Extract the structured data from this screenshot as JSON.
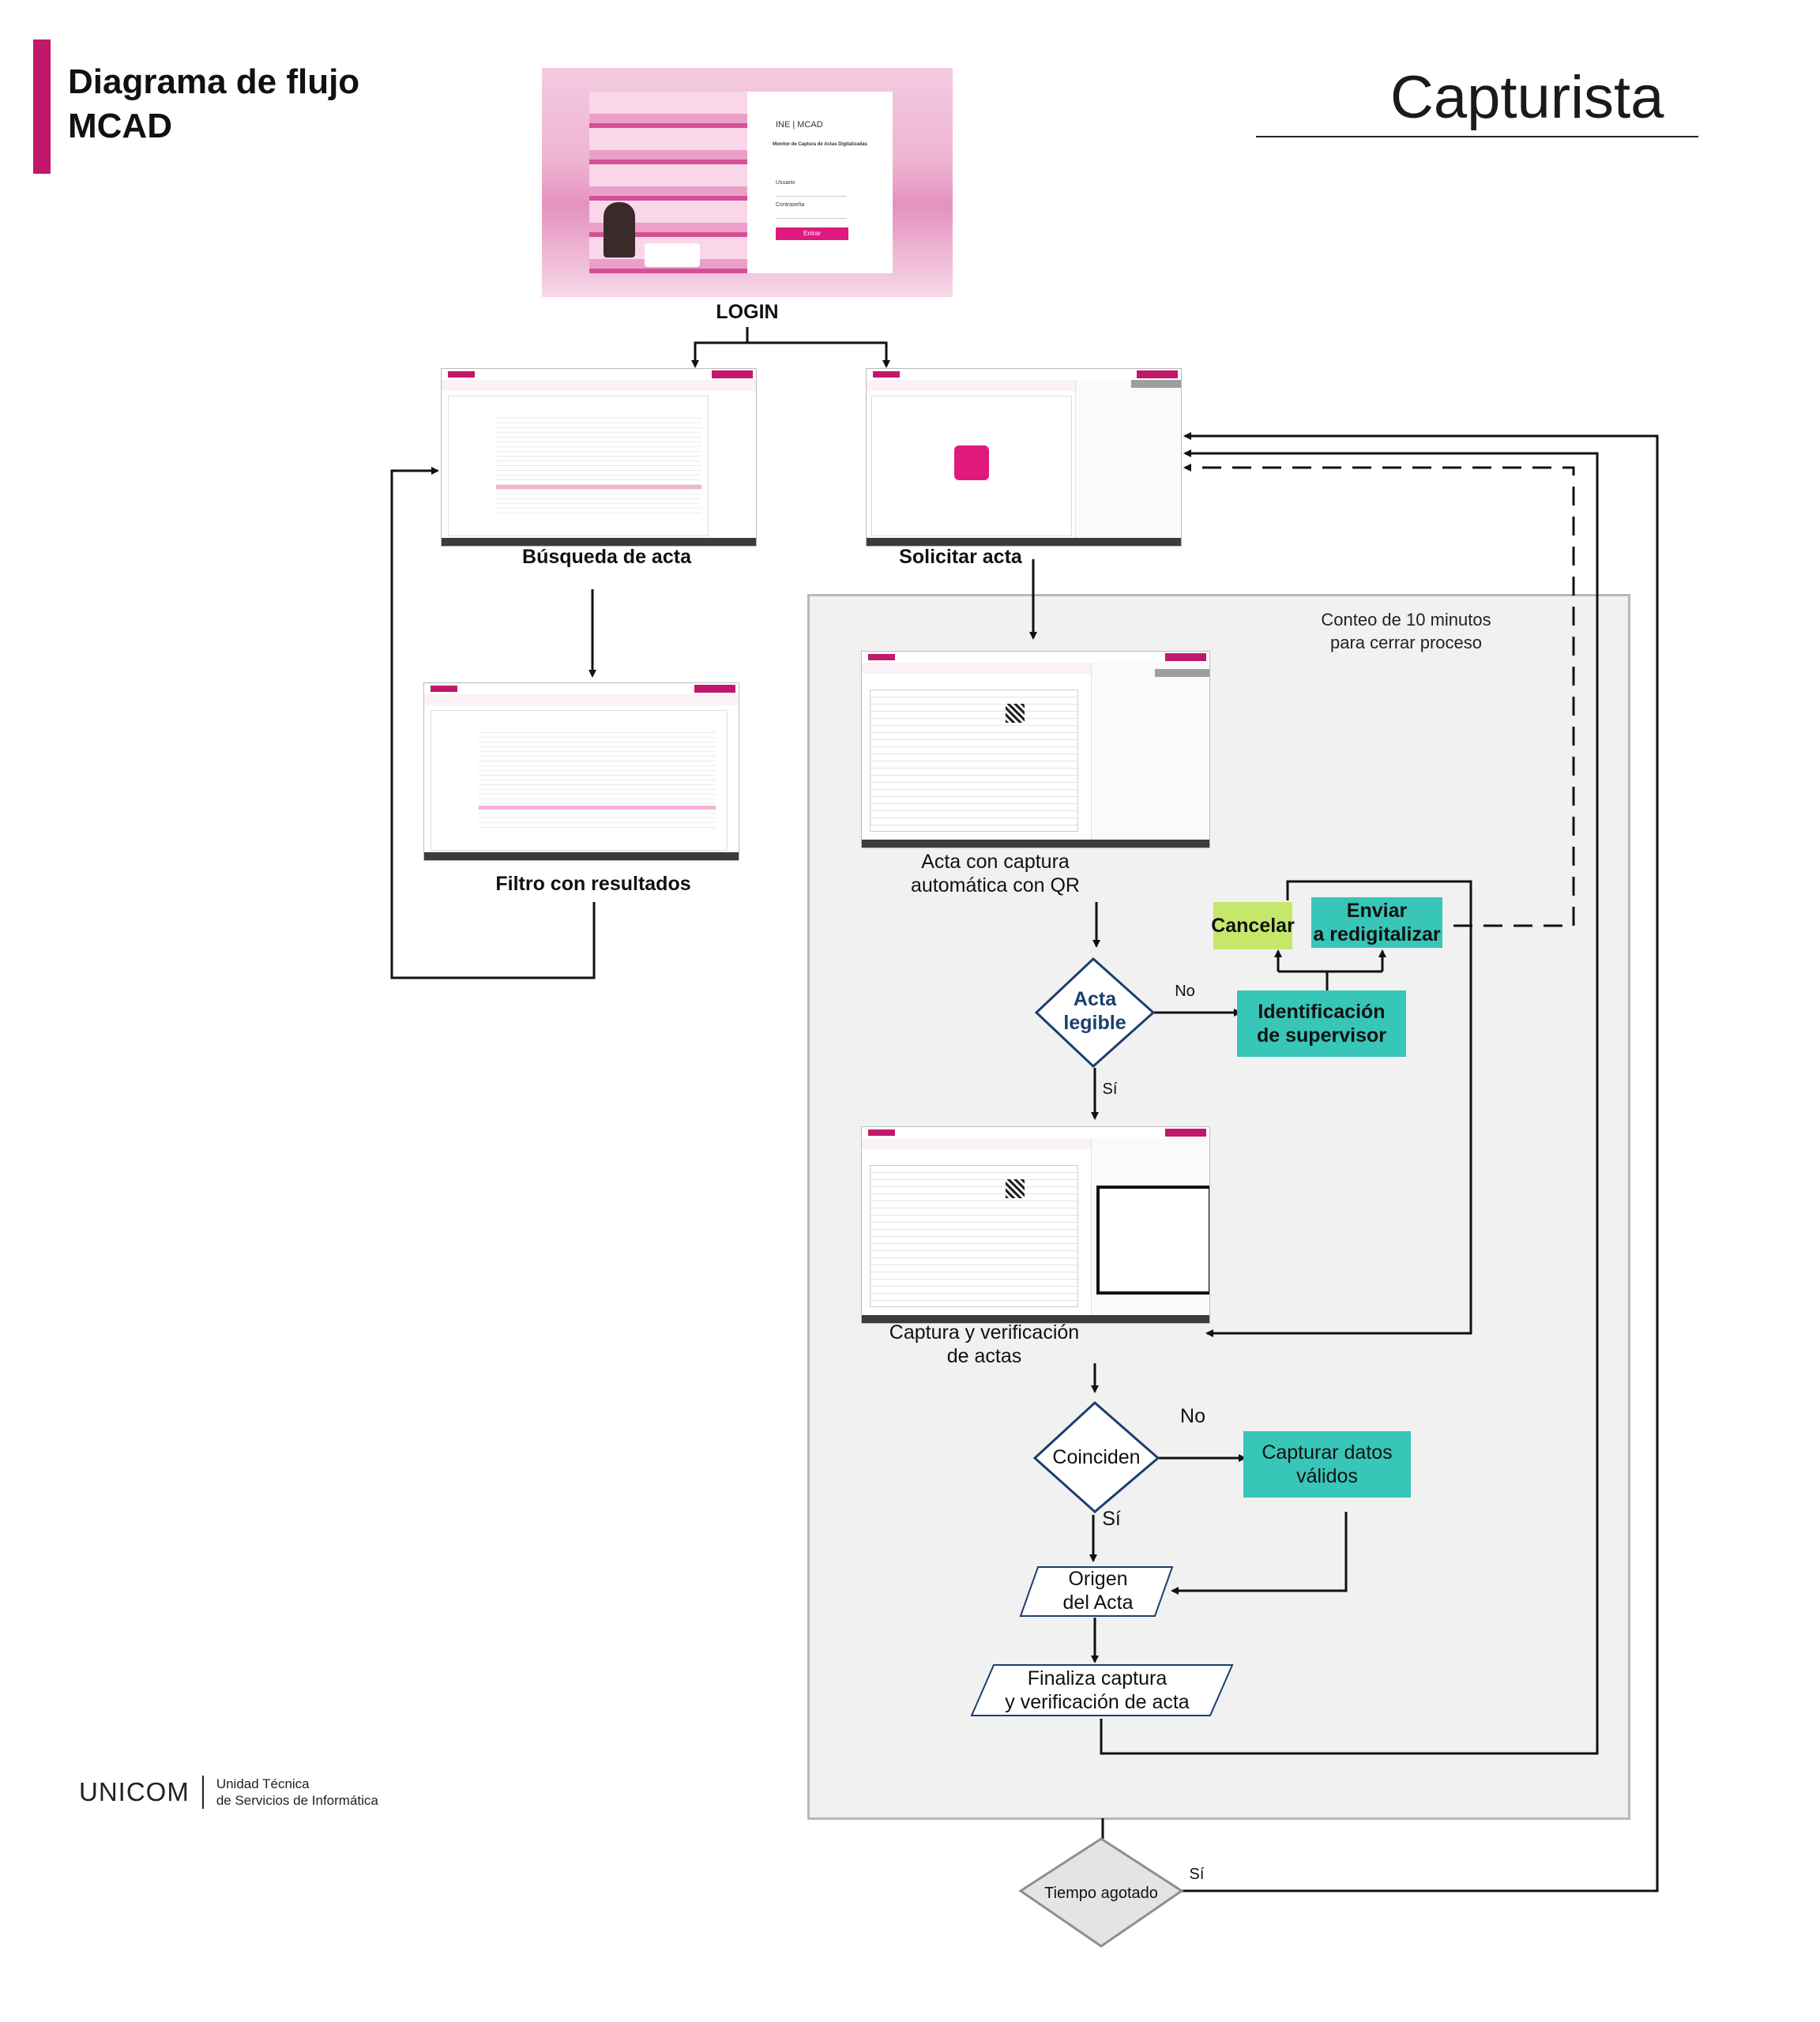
{
  "header": {
    "title_line1": "Diagrama de flujo",
    "title_line2": "MCAD",
    "role": "Capturista"
  },
  "zone": {
    "note_line1": "Conteo de 10 minutos",
    "note_line2": "para cerrar proceso"
  },
  "screens": {
    "login": "LOGIN",
    "busqueda": "Búsqueda de acta",
    "solicitar": "Solicitar acta",
    "filtro": "Filtro con resultados",
    "captura_qr_line1": "Acta con captura",
    "captura_qr_line2": "automática con QR",
    "verificacion_line1": "Captura y verificación",
    "verificacion_line2": "de actas"
  },
  "login_screen": {
    "brand": "INE | MCAD",
    "subtitle": "Monitor de Captura de Actas Digitalizadas",
    "user_label": "Usuario",
    "password_label": "Contraseña",
    "enter_button": "Entrar"
  },
  "decisions": {
    "legible_line1": "Acta",
    "legible_line2": "legible",
    "coinciden": "Coinciden",
    "tiempo": "Tiempo agotado"
  },
  "actions": {
    "cancelar": "Cancelar",
    "enviar_line1": "Enviar",
    "enviar_line2": "a redigitalizar",
    "supervisor_line1": "Identificación",
    "supervisor_line2": "de supervisor",
    "capturar_line1": "Capturar datos",
    "capturar_line2": "válidos",
    "origen_line1": "Origen",
    "origen_line2": "del Acta",
    "finaliza_line1": "Finaliza captura",
    "finaliza_line2": "y verificación de acta"
  },
  "edges": {
    "no_legible": "No",
    "si_legible": "Sí",
    "no_coinciden": "No",
    "si_coinciden": "Sí",
    "si_tiempo": "Sí"
  },
  "footer": {
    "brand": "UNICOM",
    "sub_line1": "Unidad Técnica",
    "sub_line2": "de Servicios de Informática"
  },
  "colors": {
    "accent": "#c2186b",
    "teal": "#37c6b8",
    "lime": "#c6e86a",
    "decision_text": "#1c3e6e",
    "zone_fill": "#f1f1f1"
  }
}
